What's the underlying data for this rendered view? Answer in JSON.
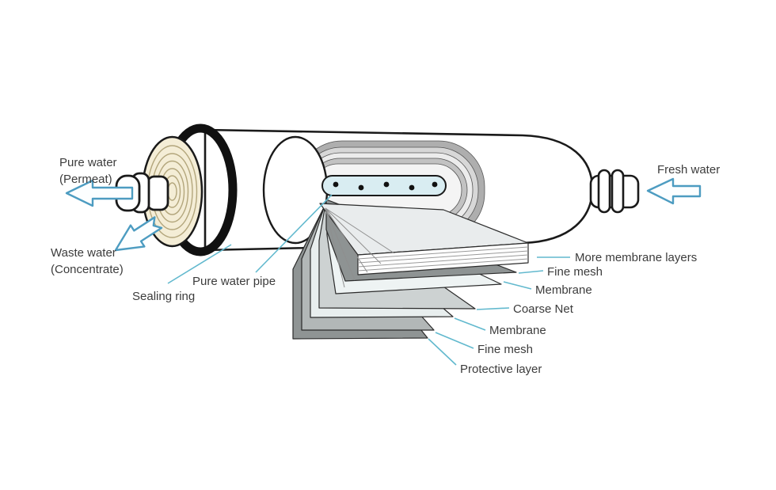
{
  "labels": {
    "pure_water": {
      "line1": "Pure water",
      "line2": "(Permeat)"
    },
    "waste_water": {
      "line1": "Waste water",
      "line2": "(Concentrate)"
    },
    "sealing_ring": "Sealing ring",
    "pure_water_pipe": "Pure water pipe",
    "fresh_water": "Fresh water"
  },
  "layers": [
    {
      "label": "More membrane layers",
      "color": "#e9eced"
    },
    {
      "label": "Fine mesh",
      "color": "#8e9393"
    },
    {
      "label": "Membrane",
      "color": "#eef3f3"
    },
    {
      "label": "Coarse Net",
      "color": "#cdd2d2"
    },
    {
      "label": "Membrane",
      "color": "#e8eeee"
    },
    {
      "label": "Fine mesh",
      "color": "#b2b7b7"
    },
    {
      "label": "Protective layer",
      "color": "#8f9494"
    }
  ],
  "colors": {
    "outline": "#1a1a1a",
    "text": "#3c3c3c",
    "leader": "#62b9ce",
    "arrow_stroke": "#4d9cc1",
    "arrow_fill": "#fcfeff",
    "cylinder_fill": "#ffffff",
    "pipe_fill": "#d9edf2",
    "pipe_dot": "#111111",
    "spiral_face": "#f4edd6",
    "spiral_ring": "#b3a67c",
    "stripe_fill": "#ffffff",
    "stripe_line": "#999999",
    "roll_bands": [
      "#aeaeae",
      "#d7d7d7",
      "#ececec",
      "#c2c2c2",
      "#f4f4f4"
    ]
  }
}
